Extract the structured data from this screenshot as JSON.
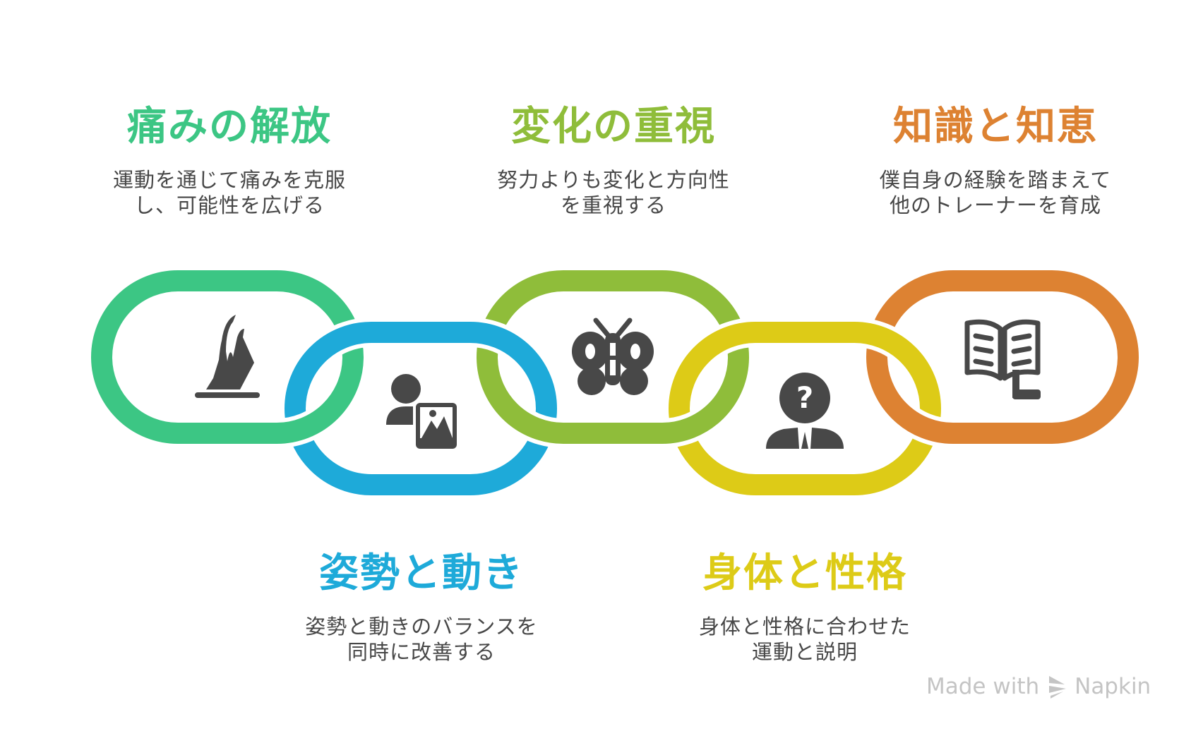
{
  "items": [
    {
      "title": "痛みの解放",
      "desc1": "運動を通じて痛みを克服",
      "desc2": "し、可能性を広げる",
      "color": "#3CC684",
      "icon": "pain-release-icon"
    },
    {
      "title": "姿勢と動き",
      "desc1": "姿勢と動きのバランスを",
      "desc2": "同時に改善する",
      "color": "#1EAAD9",
      "icon": "person-image-icon"
    },
    {
      "title": "変化の重視",
      "desc1": "努力よりも変化と方向性",
      "desc2": "を重視する",
      "color": "#8FBD3A",
      "icon": "butterfly-icon"
    },
    {
      "title": "身体と性格",
      "desc1": "身体と性格に合わせた",
      "desc2": "運動と説明",
      "color": "#DDCB17",
      "icon": "person-question-icon"
    },
    {
      "title": "知識と知恵",
      "desc1": "僕自身の経験を踏まえて",
      "desc2": "他のトレーナーを育成",
      "color": "#DD8232",
      "icon": "book-reader-icon"
    }
  ],
  "footer": {
    "made_with": "Made with",
    "brand": "Napkin"
  }
}
